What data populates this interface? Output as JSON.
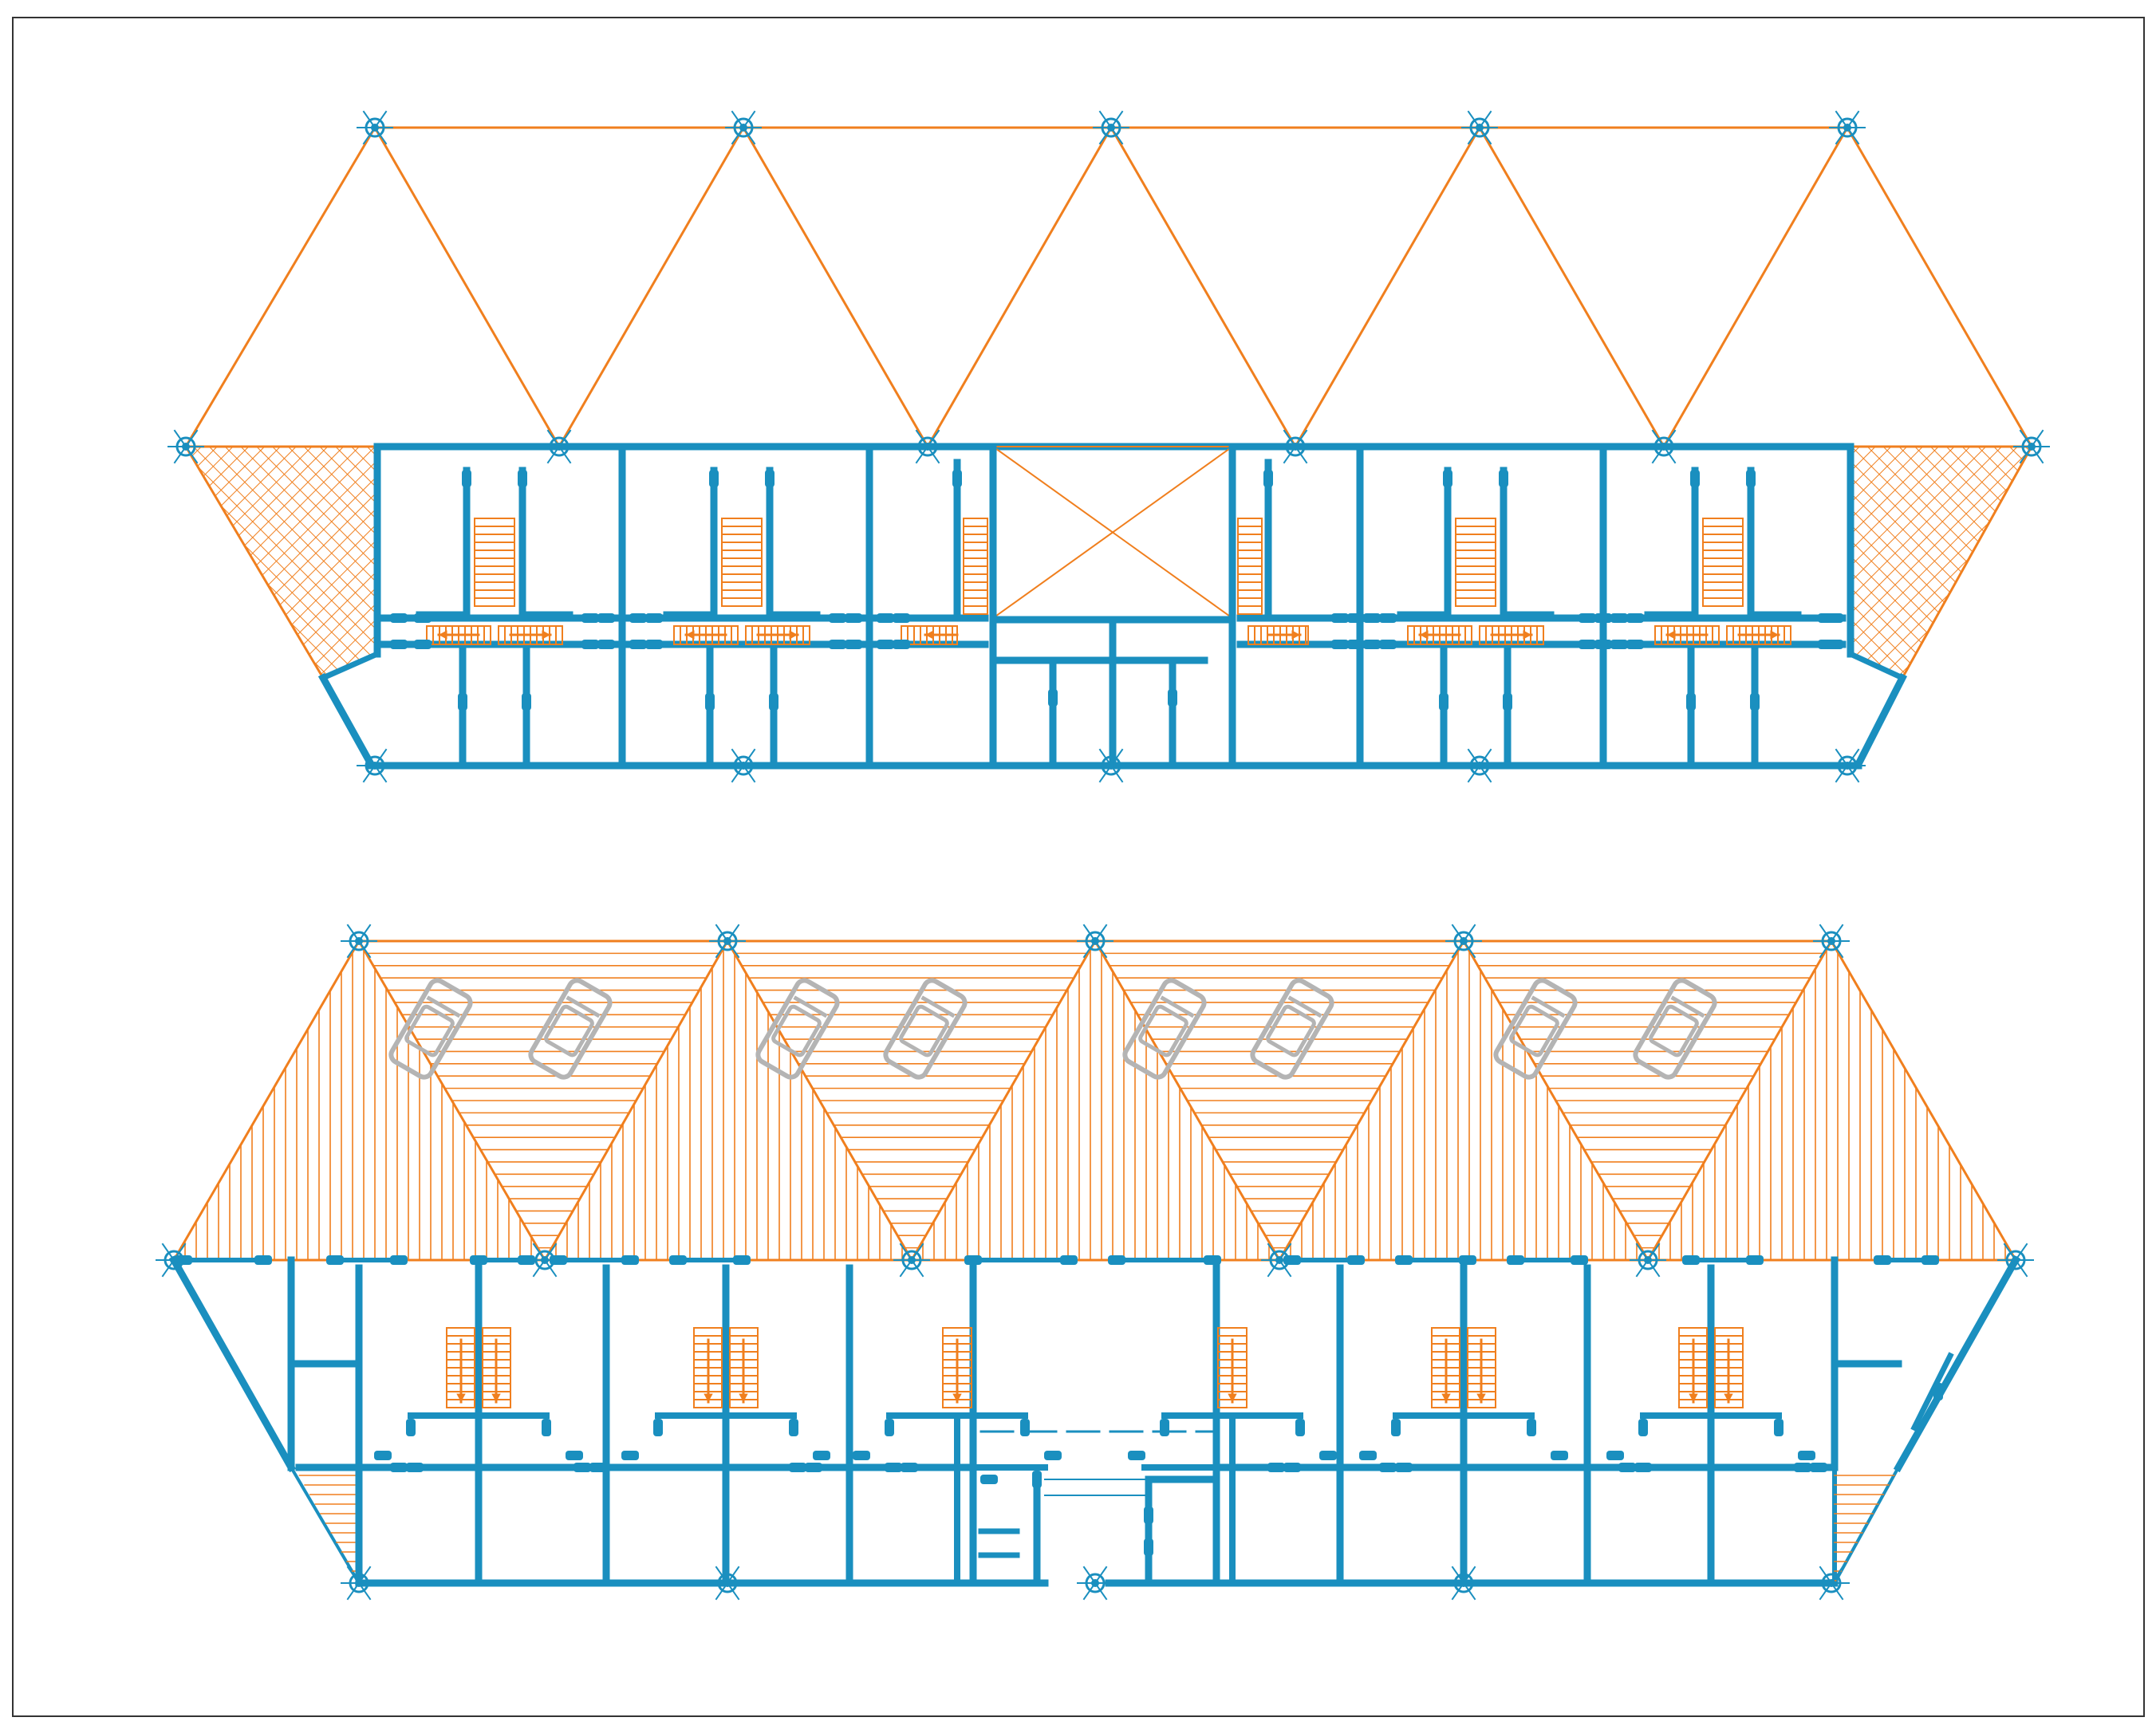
{
  "colors": {
    "background": "#ffffff",
    "frame": "#333333",
    "wall": "#1a8fbf",
    "structure": "#f07f1e",
    "car": "#b4b4b4"
  },
  "icons": {
    "column_marker": "column-marker-icon",
    "car": "car-icon",
    "stair_arrow": "stair-arrow-icon"
  },
  "drawings": [
    {
      "id": "upper-floor-plan",
      "cars": 0,
      "stairs": 6
    },
    {
      "id": "ground-floor-plan",
      "cars": 8,
      "stairs": 6
    }
  ]
}
